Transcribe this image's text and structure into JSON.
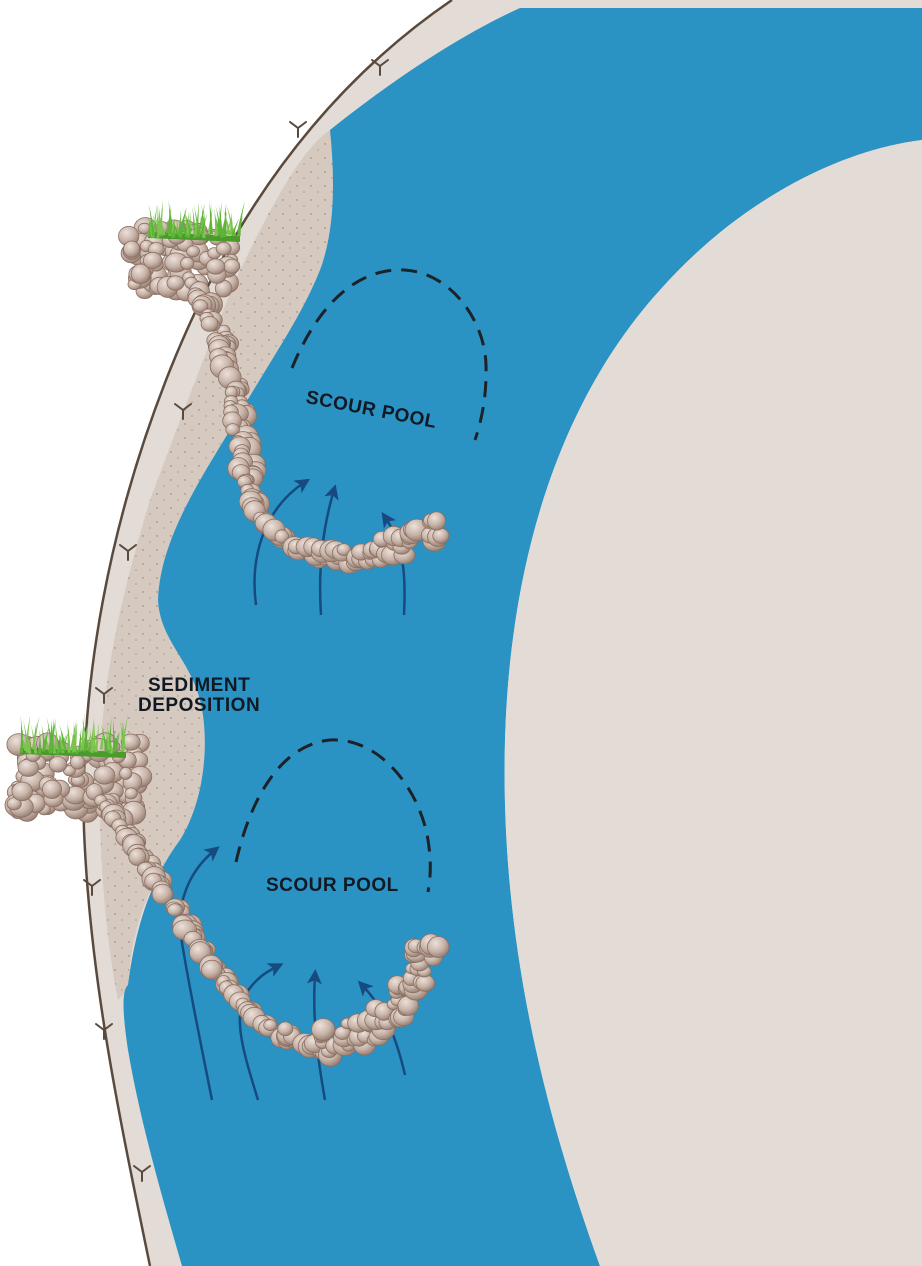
{
  "diagram": {
    "labels": {
      "scour_pool_upper": "SCOUR POOL",
      "scour_pool_lower": "SCOUR POOL",
      "sediment_line1": "SEDIMENT",
      "sediment_line2": "DEPOSITION"
    },
    "colors": {
      "water": "#2b93c4",
      "bank": "#e3dcd6",
      "point_bar": "#e3dcd6",
      "sediment": "#d6cac0",
      "bank_line": "#5a4a3e",
      "rock": "#c7b3a8",
      "rock_dark": "#9c8275",
      "grass": "#5fb33a",
      "arrow": "#174a7e",
      "dash": "#1d2228"
    },
    "icons": [
      "grass-tuft-icon",
      "flow-arrow-icon",
      "vegetation-symbol-icon"
    ]
  }
}
